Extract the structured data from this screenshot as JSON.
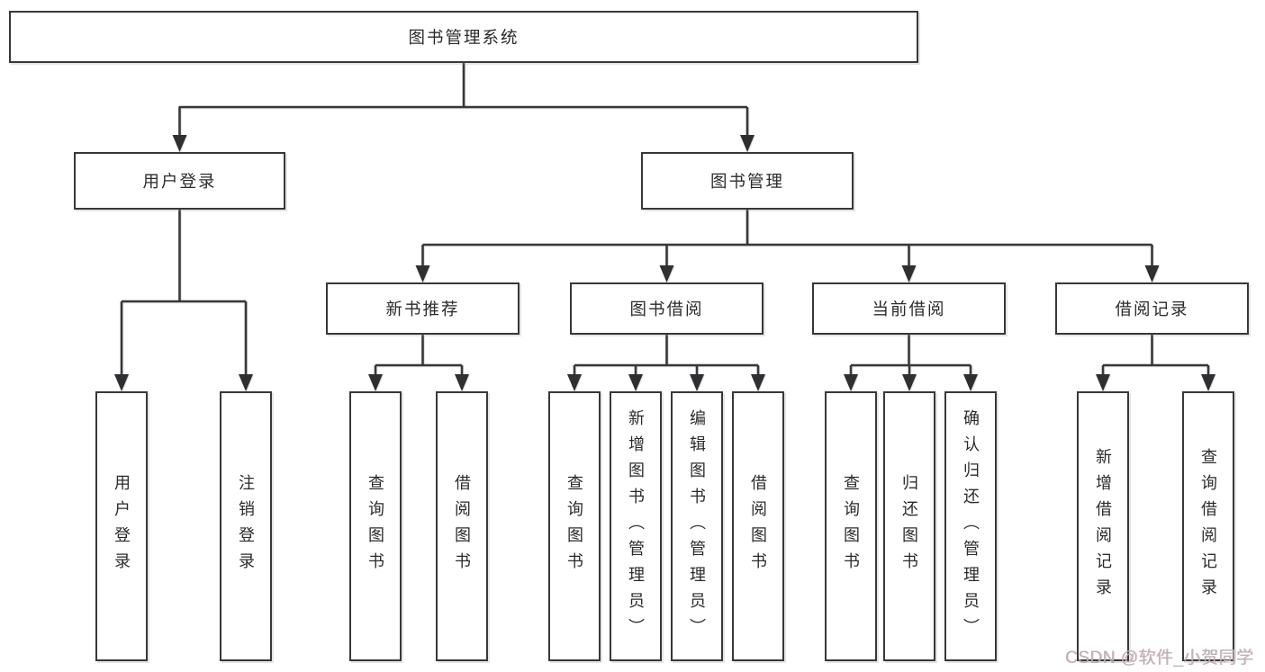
{
  "tree": {
    "label": "图书管理系统",
    "children": [
      {
        "label": "用户登录",
        "children": [
          {
            "label": "用户登录"
          },
          {
            "label": "注销登录"
          }
        ]
      },
      {
        "label": "图书管理",
        "children": [
          {
            "label": "新书推荐",
            "children": [
              {
                "label": "查询图书"
              },
              {
                "label": "借阅图书"
              }
            ]
          },
          {
            "label": "图书借阅",
            "children": [
              {
                "label": "查询图书"
              },
              {
                "label": "新增图书（管理员）"
              },
              {
                "label": "编辑图书（管理员）"
              },
              {
                "label": "借阅图书"
              }
            ]
          },
          {
            "label": "当前借阅",
            "children": [
              {
                "label": "查询图书"
              },
              {
                "label": "归还图书"
              },
              {
                "label": "确认归还（管理员）"
              }
            ]
          },
          {
            "label": "借阅记录",
            "children": [
              {
                "label": "新增借阅记录"
              },
              {
                "label": "查询借阅记录"
              }
            ]
          }
        ]
      }
    ]
  },
  "watermark": "CSDN @软件_小贺同学",
  "colors": {
    "line": "#38383b",
    "box_border": "#38383b",
    "text": "#2b2b2e",
    "background": "#ffffff",
    "watermark_gray": "#b7b2b5"
  }
}
